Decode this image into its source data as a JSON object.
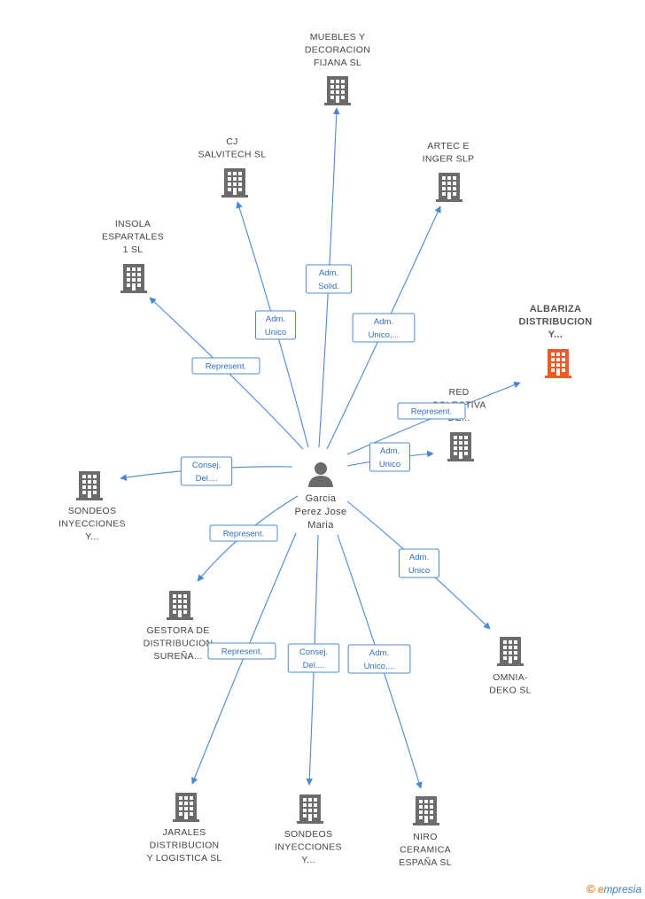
{
  "center": {
    "name_lines": [
      "Garcia",
      "Perez Jose",
      "Maria"
    ],
    "icon": "person-icon"
  },
  "colors": {
    "edge": "#4a88d6",
    "building": "#6b6b6b",
    "building_highlight": "#f05a28",
    "label_text": "#444444",
    "edge_label_text": "#2f6fbf"
  },
  "companies": [
    {
      "id": "muebles",
      "lines": [
        "MUEBLES Y",
        "DECORACION",
        "FIJANA SL"
      ],
      "highlight": false
    },
    {
      "id": "cj",
      "lines": [
        "CJ",
        "SALVITECH SL"
      ],
      "highlight": false
    },
    {
      "id": "artece",
      "lines": [
        "ARTEC E",
        "INGER  SLP"
      ],
      "highlight": false
    },
    {
      "id": "insola",
      "lines": [
        "INSOLA",
        "ESPARTALES",
        "1 SL"
      ],
      "highlight": false
    },
    {
      "id": "albariza",
      "lines": [
        "ALBARIZA",
        "DISTRIBUCION",
        "Y..."
      ],
      "highlight": true
    },
    {
      "id": "red",
      "lines": [
        "RED",
        "COLECTIVA",
        "DE..."
      ],
      "highlight": false
    },
    {
      "id": "sondeos1",
      "lines": [
        "SONDEOS",
        "INYECCIONES",
        "Y..."
      ],
      "highlight": false
    },
    {
      "id": "gestora",
      "lines": [
        "GESTORA DE",
        "DISTRIBUCION",
        "SUREÑA..."
      ],
      "highlight": false
    },
    {
      "id": "omnia",
      "lines": [
        "OMNIA-",
        "DEKO SL"
      ],
      "highlight": false
    },
    {
      "id": "jarales",
      "lines": [
        "JARALES",
        "DISTRIBUCION",
        "Y LOGISTICA SL"
      ],
      "highlight": false
    },
    {
      "id": "sondeos2",
      "lines": [
        "SONDEOS",
        "INYECCIONES",
        "Y..."
      ],
      "highlight": false
    },
    {
      "id": "niro",
      "lines": [
        "NIRO",
        "CERAMICA",
        "ESPAÑA SL"
      ],
      "highlight": false
    }
  ],
  "edges": [
    {
      "to": "muebles",
      "label_lines": [
        "Adm.",
        "Solid."
      ]
    },
    {
      "to": "cj",
      "label_lines": [
        "Adm.",
        "Unico"
      ]
    },
    {
      "to": "artece",
      "label_lines": [
        "Adm.",
        "Unico,..."
      ]
    },
    {
      "to": "insola",
      "label_lines": [
        "Represent."
      ]
    },
    {
      "to": "albariza",
      "label_lines": [
        "Represent."
      ]
    },
    {
      "to": "red",
      "label_lines": [
        "Adm.",
        "Unico"
      ]
    },
    {
      "to": "sondeos1",
      "label_lines": [
        "Consej.",
        "Del...."
      ]
    },
    {
      "to": "gestora",
      "label_lines": [
        "Represent."
      ]
    },
    {
      "to": "omnia",
      "label_lines": [
        "Adm.",
        "Unico"
      ]
    },
    {
      "to": "jarales",
      "label_lines": [
        "Represent."
      ]
    },
    {
      "to": "sondeos2",
      "label_lines": [
        "Consej.",
        "Del...."
      ]
    },
    {
      "to": "niro",
      "label_lines": [
        "Adm.",
        "Unico,..."
      ]
    }
  ],
  "footer": {
    "copyright_symbol": "©",
    "brand_initial": "e",
    "brand_rest": "mpresia"
  }
}
